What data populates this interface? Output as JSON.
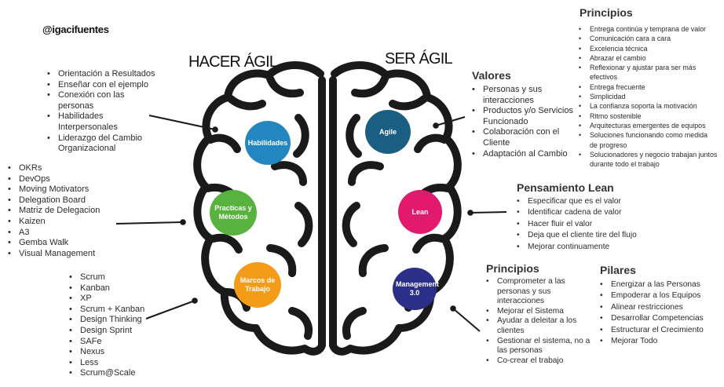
{
  "handle": "@igacifuentes",
  "hacer_title": "HACER ÁGIL",
  "ser_title": "SER ÁGIL",
  "nodes": {
    "habilidades": {
      "label": "Habilidades",
      "color": "#2386bf"
    },
    "practicas": {
      "label": "Practicas y Métodos",
      "color": "#57b33e"
    },
    "marcos": {
      "label": "Marcos de Trabajo",
      "color": "#f49b17"
    },
    "agile": {
      "label": "Agile",
      "color": "#1a5f83"
    },
    "lean": {
      "label": "Lean",
      "color": "#e2196c"
    },
    "management": {
      "label": "Management 3.0",
      "color": "#2c2f87"
    }
  },
  "habilidades_list": [
    "Orientación a Resultados",
    "Enseñar con el ejemplo",
    "Conexión con las personas",
    "Habilidades Interpersonales",
    "Liderazgo del Cambio Organizacional"
  ],
  "practicas_list": [
    "OKRs",
    "DevOps",
    "Moving Motivators",
    "Delegation Board",
    "Matriz de Delegacion",
    "Kaizen",
    "A3",
    "Gemba Walk",
    "Visual Management"
  ],
  "marcos_list": [
    "Scrum",
    "Kanban",
    "XP",
    "Scrum + Kanban",
    "Design Thinking",
    "Design Sprint",
    "SAFe",
    "Nexus",
    "Less",
    "Scrum@Scale"
  ],
  "valores": {
    "title": "Valores",
    "items": [
      "Personas y sus interacciones",
      "Productos y/o Servicios Funcionado",
      "Colaboración con el Cliente",
      "Adaptación al Cambio"
    ]
  },
  "principios_agile": {
    "title": "Principios",
    "items": [
      "Entrega continúa y temprana  de valor",
      "Comunicación cara a cara",
      "Excelencia técnica",
      "Abrazar el cambio",
      "Reflexionar y ajustar para ser más efectivos",
      "Entrega frecuente",
      "Simplicidad",
      "La confianza soporta la motivación",
      "Ritmo sostenible",
      "Arquitecturas emergentes de equipos",
      "Soluciones funcionando como medida de progreso",
      "Solucionadores y negocio trabajan juntos durante todo el trabajo"
    ]
  },
  "lean": {
    "title": "Pensamiento Lean",
    "items": [
      "Especificar que es el valor",
      "Identificar cadena de valor",
      "Hacer  fluir el valor",
      "Deja que el cliente tire del flujo",
      "Mejorar continuamente"
    ]
  },
  "principios_m30": {
    "title": "Principios",
    "items": [
      "Comprometer a las personas y sus interacciones",
      "Mejorar el Sistema",
      "Ayudar a deleitar a los clientes",
      "Gestionar el sistema, no a las personas",
      "Co-crear el trabajo"
    ]
  },
  "pilares": {
    "title": "Pilares",
    "items": [
      "Energizar a las Personas",
      "Empoderar a los Equipos",
      "Alinear restricciones",
      "Desarrollar Competencias",
      "Estructurar el Crecimiento",
      "Mejorar Todo"
    ]
  }
}
